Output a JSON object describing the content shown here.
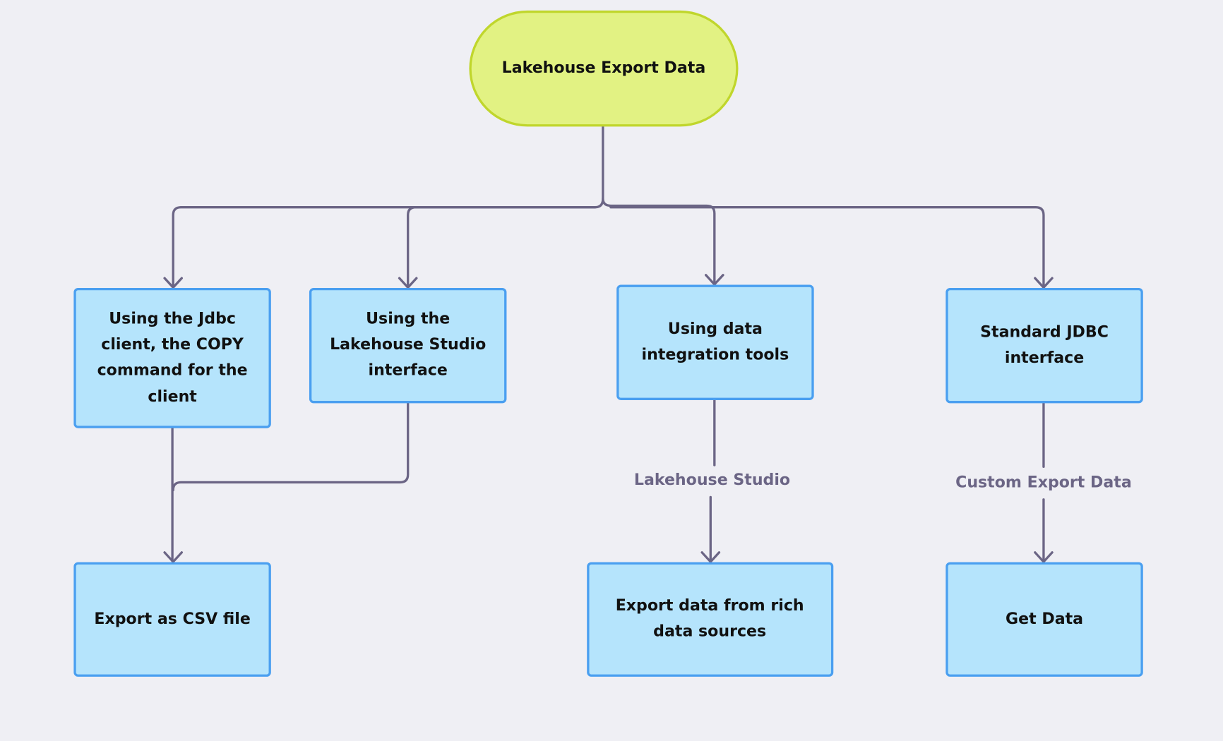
{
  "colors": {
    "background": "#efeff4",
    "root_fill": "#e2f283",
    "root_stroke": "#c0d62c",
    "box_fill": "#b5e4fc",
    "box_stroke": "#4a9ff0",
    "edge": "#6b6585"
  },
  "root": {
    "label": "Lakehouse Export Data"
  },
  "nodes": {
    "jdbc_copy": {
      "lines": [
        "Using the Jdbc",
        "client, the COPY",
        "command for the",
        "client"
      ]
    },
    "studio": {
      "lines": [
        "Using the",
        "Lakehouse Studio",
        "interface"
      ]
    },
    "integration": {
      "lines": [
        "Using data",
        "integration tools"
      ]
    },
    "standard_jdbc": {
      "lines": [
        "Standard JDBC",
        "interface"
      ]
    },
    "csv": {
      "lines": [
        "Export as CSV file"
      ]
    },
    "rich_sources": {
      "lines": [
        "Export data from rich",
        "data sources"
      ]
    },
    "get_data": {
      "lines": [
        "Get Data"
      ]
    }
  },
  "edge_labels": {
    "studio": "Lakehouse Studio",
    "custom": "Custom Export Data"
  }
}
